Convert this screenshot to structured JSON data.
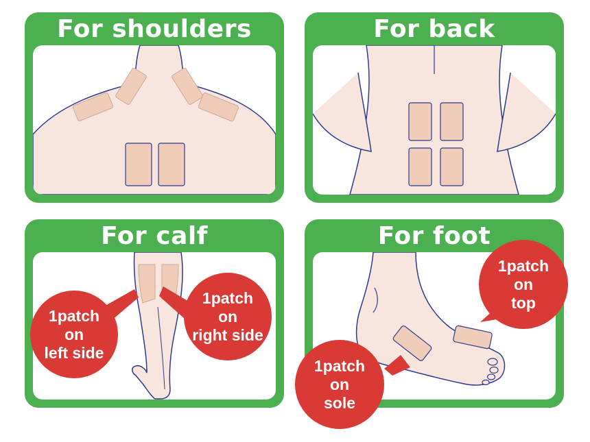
{
  "panels": {
    "shoulders": {
      "title": "For shoulders"
    },
    "back": {
      "title": "For back"
    },
    "calf": {
      "title": "For calf"
    },
    "foot": {
      "title": "For foot"
    }
  },
  "badges": {
    "calf_left": {
      "line1": "1patch",
      "line2": "on",
      "line3": "left side"
    },
    "calf_right": {
      "line1": "1patch",
      "line2": "on",
      "line3": "right side"
    },
    "foot_top": {
      "line1": "1patch",
      "line2": "on",
      "line3": "top"
    },
    "foot_sole": {
      "line1": "1patch",
      "line2": "on",
      "line3": "sole"
    }
  },
  "colors": {
    "frame_green": "#4caf50",
    "skin": "#f8e6de",
    "patch": "#f0cdb8",
    "outline": "#2b3a8c",
    "badge_red": "#d93a36"
  }
}
